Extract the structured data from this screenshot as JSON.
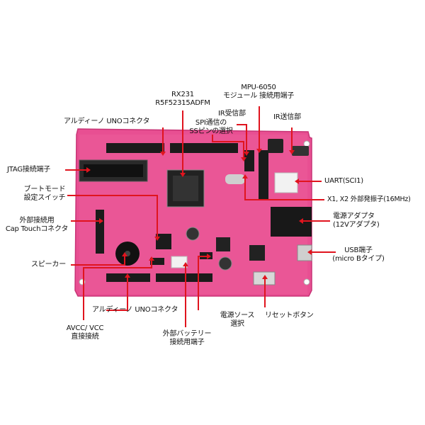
{
  "colors": {
    "board": "#e84f92",
    "board_edge": "#c83476",
    "header": "#1b1b1b",
    "leader": "#e0141e",
    "label_text": "#111111"
  },
  "labels": {
    "mcu_l1": "RX231",
    "mcu_l2": "R5F52315ADFM",
    "mpu_l1": "MPU-6050",
    "mpu_l2": "モジュール 接続用端子",
    "ir_rx": "IR受信部",
    "ir_tx": "IR送信部",
    "arduino_top": "アルディーノ UNOコネクタ",
    "spi_l1": "SPI通信の",
    "spi_l2": "SSピンの選択",
    "jtag": "JTAG接続端子",
    "boot_l1": "ブートモード",
    "boot_l2": "設定スイッチ",
    "ext_l1": "外部接続用",
    "ext_l2": "Cap Touchコネクタ",
    "speaker": "スピーカー",
    "uart": "UART(SCI1)",
    "crystal": "X1, X2 外部発振子(16MHz)",
    "power_l1": "電源アダプタ",
    "power_l2": "(12Vアダプタ)",
    "usb_l1": "USB端子",
    "usb_l2": "(micro Bタイプ)",
    "arduino_bottom": "アルディーノ UNOコネクタ",
    "avcc_l1": "AVCC/ VCC",
    "avcc_l2": "直接接続",
    "battery_l1": "外部バッテリー",
    "battery_l2": "接続用端子",
    "source_l1": "電源ソース",
    "source_l2": "選択",
    "reset": "リセットボタン"
  }
}
